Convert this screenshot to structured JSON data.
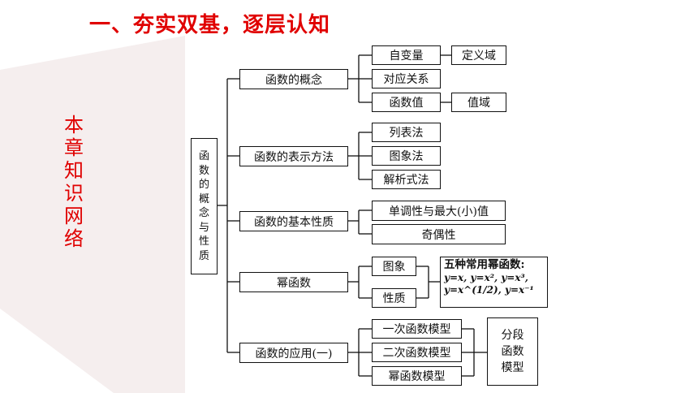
{
  "heading": "一、夯实双基，逐层认知",
  "side_title": [
    "本",
    "章",
    "知",
    "识",
    "网",
    "络"
  ],
  "root": [
    "函",
    "数",
    "的",
    "概",
    "念",
    "与",
    "性",
    "质"
  ],
  "branches": {
    "concept": "函数的概念",
    "representation": "函数的表示方法",
    "properties": "函数的基本性质",
    "power": "幂函数",
    "application": "函数的应用(一)"
  },
  "leaves": {
    "independent_variable": "自变量",
    "domain": "定义域",
    "correspondence": "对应关系",
    "function_value": "函数值",
    "range": "值域",
    "list_method": "列表法",
    "graph_method": "图象法",
    "analytic_method": "解析式法",
    "monotonicity": "单调性与最大(小)值",
    "parity": "奇偶性",
    "power_graph": "图象",
    "power_property": "性质",
    "linear_model": "一次函数模型",
    "quadratic_model": "二次函数模型",
    "power_model": "幂函数模型",
    "piecewise_model": [
      "分段",
      "函数",
      "模型"
    ]
  },
  "power_functions": {
    "title": "五种常用幂函数:",
    "line1": "y=x, y=x², y=x³,",
    "line2": "y=x^(1/2), y=x⁻¹"
  }
}
